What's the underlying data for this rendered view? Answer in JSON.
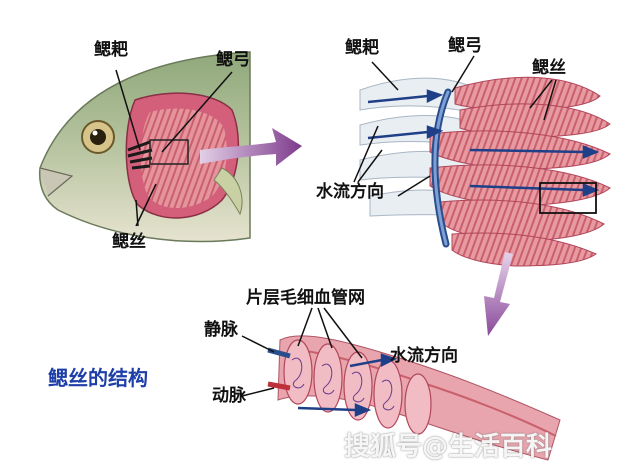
{
  "labels": {
    "fish_gill_rakers": "鳃耙",
    "fish_gill_arch": "鳃弓",
    "fish_gill_filaments": "鳃丝",
    "detail_gill_rakers": "鳃耙",
    "detail_gill_arch": "鳃弓",
    "detail_gill_filaments": "鳃丝",
    "detail_water_flow": "水流方向",
    "capillary_network": "片层毛细血管网",
    "vein": "静脉",
    "artery": "动脉",
    "bottom_water_flow": "水流方向"
  },
  "title": "鳃丝的结构",
  "watermark": "搜狐号@生活百科"
}
